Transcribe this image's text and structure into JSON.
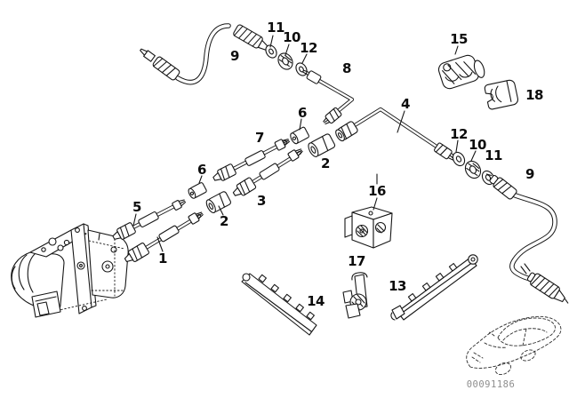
{
  "diagram": {
    "watermark": "00091186",
    "colors": {
      "line": "#161616",
      "background": "#ffffff",
      "watermark": "#8e8e8e"
    },
    "labels": [
      {
        "id": "11-upper",
        "text": "11"
      },
      {
        "id": "10-upper",
        "text": "10"
      },
      {
        "id": "12-upper",
        "text": "12"
      },
      {
        "id": "9-front-hose",
        "text": "9"
      },
      {
        "id": "8",
        "text": "8"
      },
      {
        "id": "15",
        "text": "15"
      },
      {
        "id": "18",
        "text": "18"
      },
      {
        "id": "4",
        "text": "4"
      },
      {
        "id": "6-upper",
        "text": "6"
      },
      {
        "id": "7",
        "text": "7"
      },
      {
        "id": "12-right",
        "text": "12"
      },
      {
        "id": "10-right",
        "text": "10"
      },
      {
        "id": "11-right",
        "text": "11"
      },
      {
        "id": "9-rear-hose",
        "text": "9"
      },
      {
        "id": "2-right",
        "text": "2"
      },
      {
        "id": "6-left",
        "text": "6"
      },
      {
        "id": "16",
        "text": "16"
      },
      {
        "id": "3",
        "text": "3"
      },
      {
        "id": "5",
        "text": "5"
      },
      {
        "id": "2-left",
        "text": "2"
      },
      {
        "id": "1",
        "text": "1"
      },
      {
        "id": "17",
        "text": "17"
      },
      {
        "id": "13",
        "text": "13"
      },
      {
        "id": "14",
        "text": "14"
      }
    ]
  }
}
